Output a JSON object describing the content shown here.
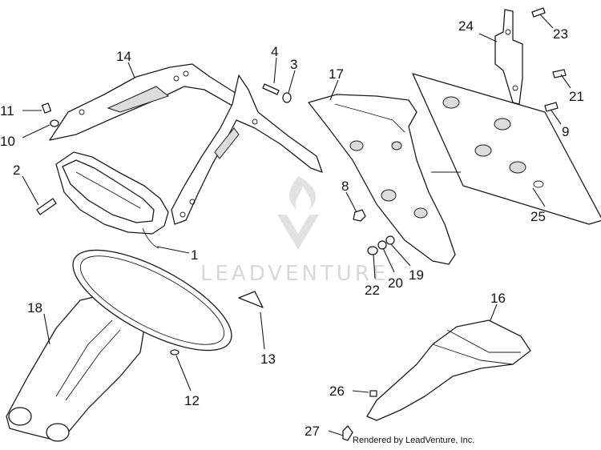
{
  "callouts": {
    "n1": "1",
    "n2": "2",
    "n3": "3",
    "n4": "4",
    "n8": "8",
    "n9": "9",
    "n10": "10",
    "n11": "11",
    "n12": "12",
    "n13": "13",
    "n14": "14",
    "n16": "16",
    "n17": "17",
    "n18": "18",
    "n19": "19",
    "n20": "20",
    "n21": "21",
    "n22": "22",
    "n23": "23",
    "n24": "24",
    "n25": "25",
    "n26": "26",
    "n27": "27"
  },
  "watermark": {
    "text": "LEADVENTURE"
  },
  "credit": {
    "text": "Rendered by LeadVenture, Inc."
  }
}
